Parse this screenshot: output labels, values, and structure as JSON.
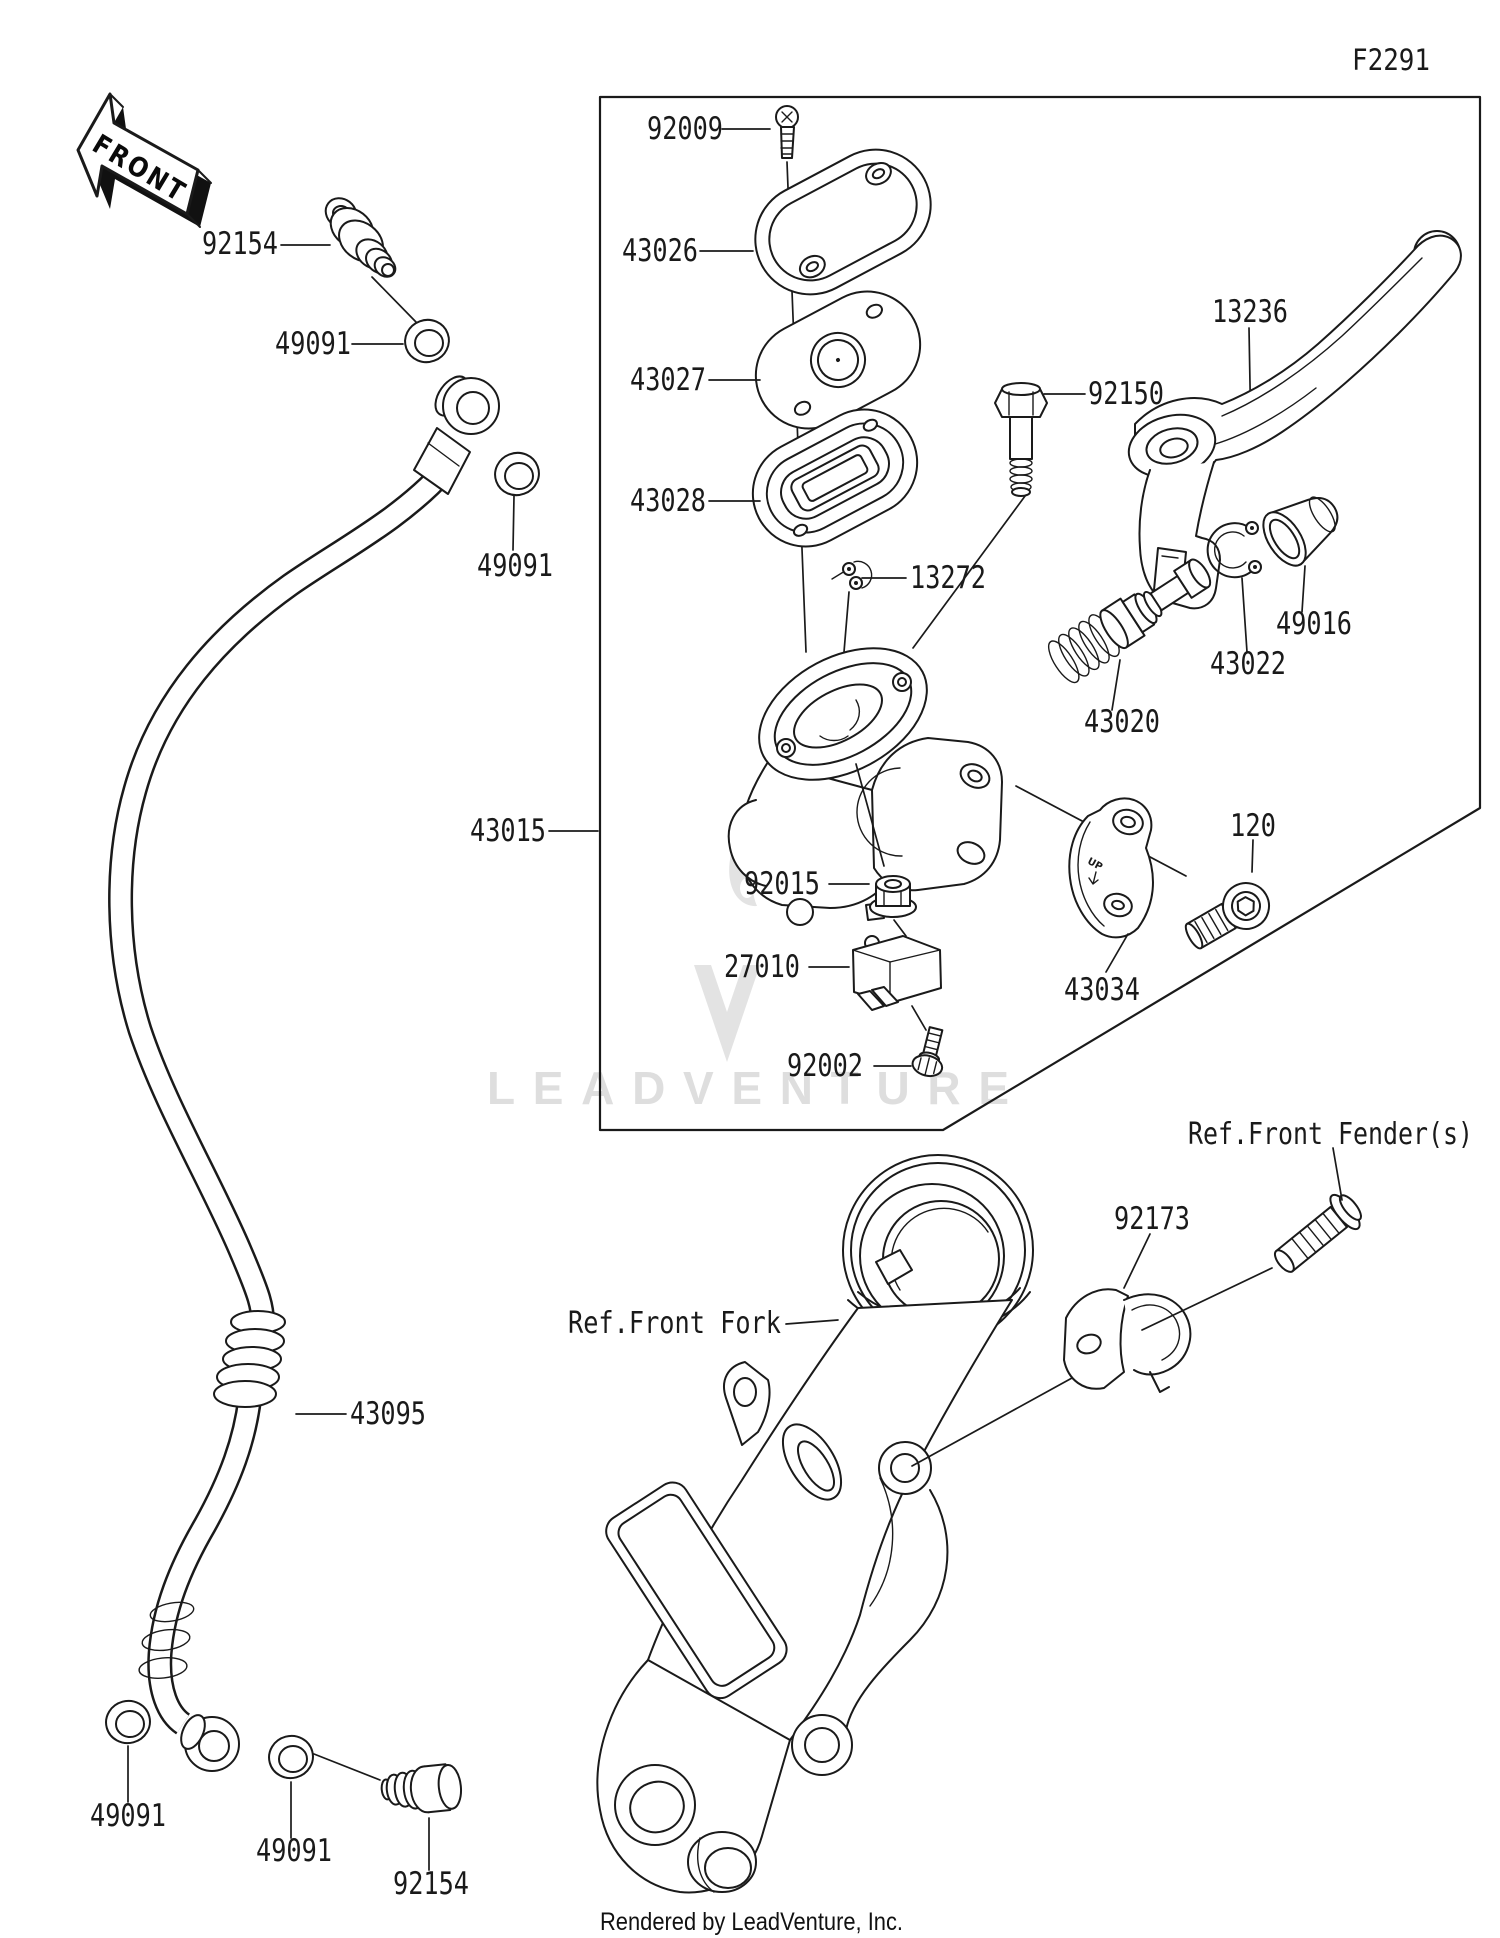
{
  "colors": {
    "line": "#1a1a1a",
    "watermark": "#dedede",
    "background": "#ffffff"
  },
  "page": {
    "code": "F2291",
    "front_arrow": "FRONT",
    "watermark": "LEADVENTURE",
    "footer": "Rendered by LeadVenture, Inc."
  },
  "references": {
    "front_fender": "Ref.Front Fender(s)",
    "front_fork": "Ref.Front Fork"
  },
  "marks": {
    "clamp_up": "UP"
  },
  "callouts": [
    {
      "id": "92154-top",
      "part": "92154"
    },
    {
      "id": "49091-top",
      "part": "49091"
    },
    {
      "id": "49091-mid",
      "part": "49091"
    },
    {
      "id": "92009",
      "part": "92009"
    },
    {
      "id": "43026",
      "part": "43026"
    },
    {
      "id": "43027",
      "part": "43027"
    },
    {
      "id": "43028",
      "part": "43028"
    },
    {
      "id": "13272",
      "part": "13272"
    },
    {
      "id": "13236",
      "part": "13236"
    },
    {
      "id": "92150",
      "part": "92150"
    },
    {
      "id": "49016",
      "part": "49016"
    },
    {
      "id": "43022",
      "part": "43022"
    },
    {
      "id": "43020",
      "part": "43020"
    },
    {
      "id": "43015",
      "part": "43015"
    },
    {
      "id": "92015",
      "part": "92015"
    },
    {
      "id": "27010",
      "part": "27010"
    },
    {
      "id": "92002",
      "part": "92002"
    },
    {
      "id": "120",
      "part": "120"
    },
    {
      "id": "43034",
      "part": "43034"
    },
    {
      "id": "43095",
      "part": "43095"
    },
    {
      "id": "92173",
      "part": "92173"
    },
    {
      "id": "49091-bottom-left",
      "part": "49091"
    },
    {
      "id": "49091-bottom-mid",
      "part": "49091"
    },
    {
      "id": "92154-bottom",
      "part": "92154"
    }
  ]
}
